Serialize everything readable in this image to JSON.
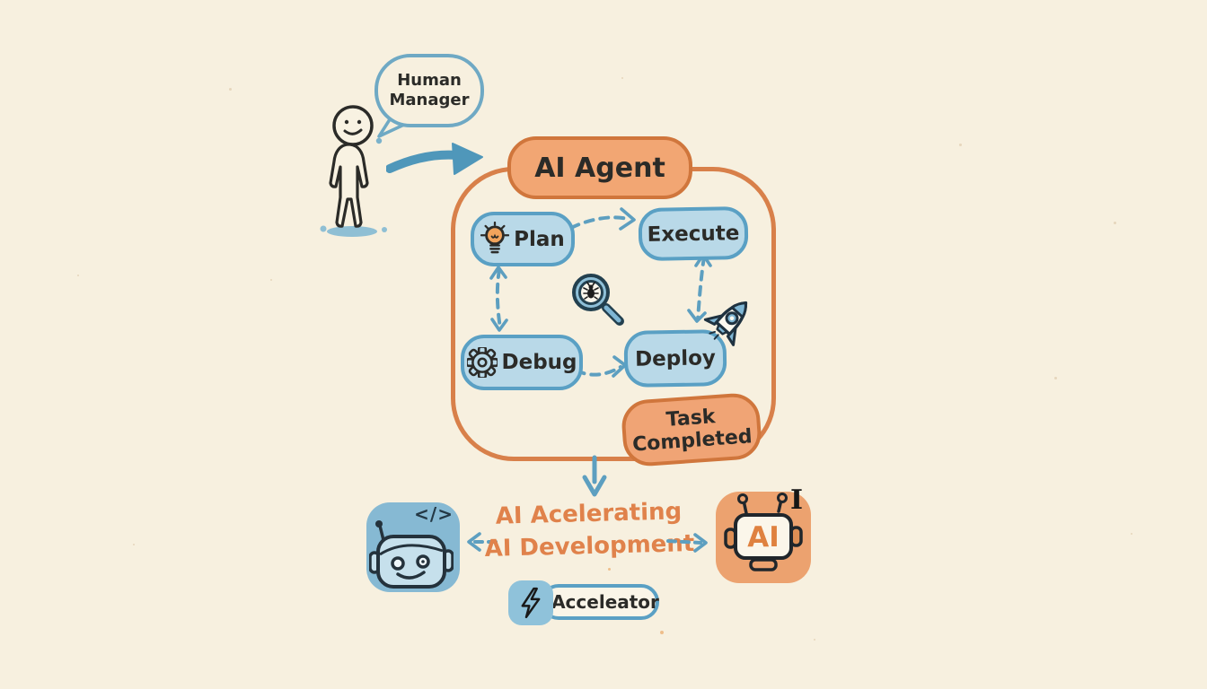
{
  "colors": {
    "background": "#f7f0df",
    "orange_border": "#d0763c",
    "orange_fill": "#f2a673",
    "blue_border": "#5aa0c4",
    "blue_fill": "#b9d9e8",
    "arrow_blue": "#4f97ba",
    "caption_orange": "#e0824b",
    "ink": "#2b2b28"
  },
  "human": {
    "bubble_line1": "Human",
    "bubble_line2": "Manager"
  },
  "agent": {
    "title": "AI Agent",
    "steps": {
      "plan": "Plan",
      "execute": "Execute",
      "debug": "Debug",
      "deploy": "Deploy"
    },
    "task_line1": "Task",
    "task_line2": "Completed"
  },
  "bottom": {
    "caption_line1": "AI Acelerating",
    "caption_line2": "AI Development",
    "code_glyph": "</>",
    "ai_label": "AI",
    "i_glyph": "I",
    "accelerator": "Acceleator"
  },
  "icons": {
    "plan": "lightbulb-icon",
    "debug": "gear-icon",
    "center": "bug-magnifier-icon",
    "deploy": "rocket-icon",
    "accelerator": "lightning-icon",
    "left_robot": "coder-robot-icon",
    "right_robot": "ai-robot-icon"
  }
}
